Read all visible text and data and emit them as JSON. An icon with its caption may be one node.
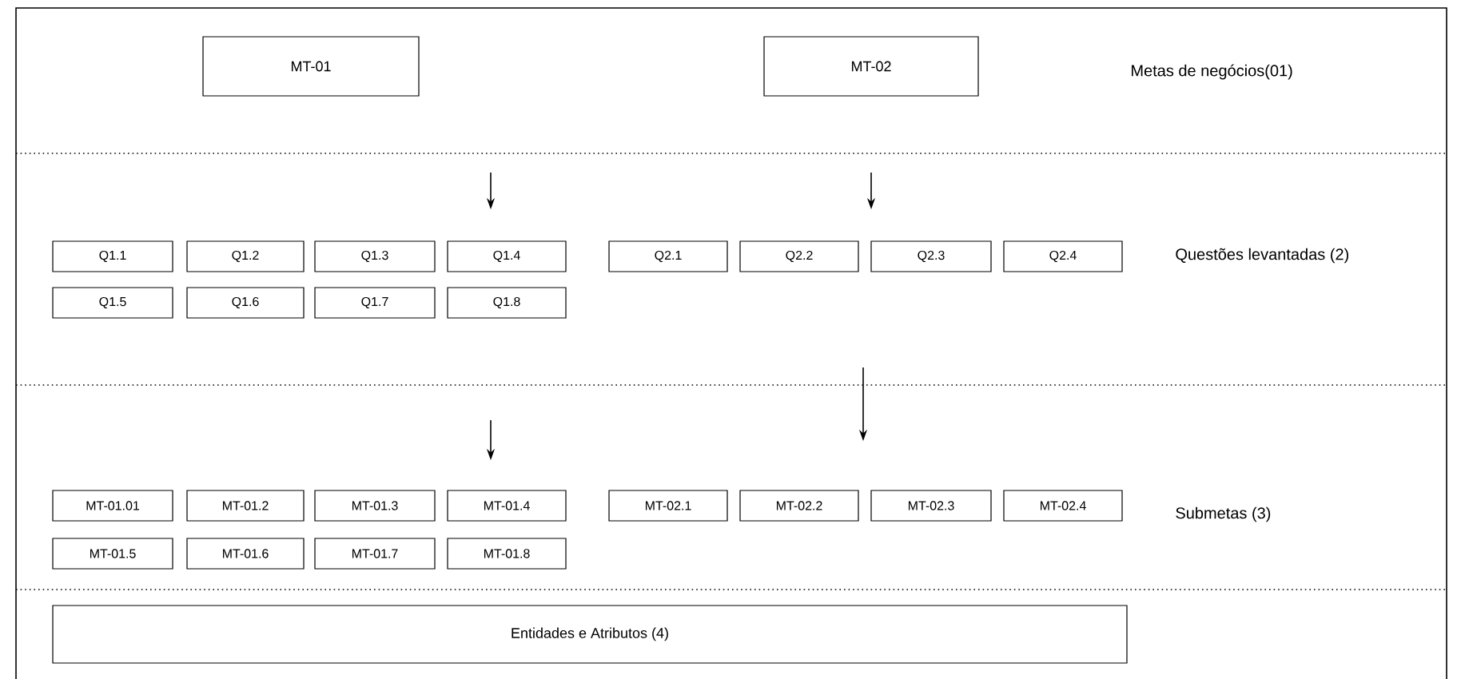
{
  "diagram": {
    "nodes": [
      {
        "text": [
          "MT-01"
        ]
      },
      {
        "text": [
          "MT-02"
        ]
      },
      {
        "text": [
          "Q1.1"
        ]
      },
      {
        "text": [
          "Q1.2"
        ]
      },
      {
        "text": [
          "Q1.3"
        ]
      },
      {
        "text": [
          "Q1.4"
        ]
      },
      {
        "text": [
          "Q2.1"
        ]
      },
      {
        "text": [
          "Q2.2"
        ]
      },
      {
        "text": [
          "Q2.3"
        ]
      },
      {
        "text": [
          "Q2.4"
        ]
      },
      {
        "text": [
          "Q1.5"
        ]
      },
      {
        "text": [
          "Q1.6"
        ]
      },
      {
        "text": [
          "Q1.7"
        ]
      },
      {
        "text": [
          "Q1.8"
        ]
      },
      {
        "text": [
          "MT-01.01"
        ]
      },
      {
        "text": [
          "MT-01.2"
        ]
      },
      {
        "text": [
          "MT-01.3"
        ]
      },
      {
        "text": [
          "MT-01.4"
        ]
      },
      {
        "text": [
          "MT-02.1"
        ]
      },
      {
        "text": [
          "MT-02.2"
        ]
      },
      {
        "text": [
          "MT-02.3"
        ]
      },
      {
        "text": [
          "MT-02.4"
        ]
      },
      {
        "text": [
          "MT-01.5"
        ]
      },
      {
        "text": [
          "MT-01.6"
        ]
      },
      {
        "text": [
          "MT-01.7"
        ]
      },
      {
        "text": [
          "MT-01.8"
        ]
      },
      {
        "text": [
          "Entidades e Atributos (4)"
        ]
      }
    ],
    "labels": [
      "Metas de negócios(01)",
      "Questões levantadas (2)",
      "Submetas (3)"
    ]
  }
}
